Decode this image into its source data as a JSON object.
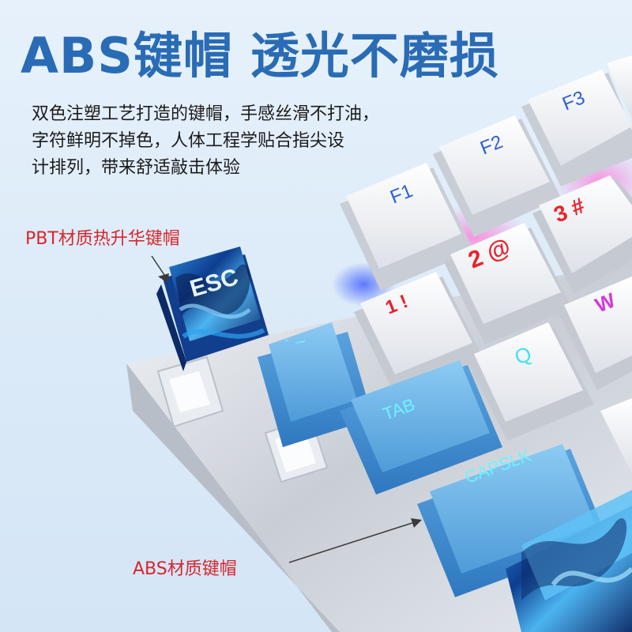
{
  "headline": {
    "part1": "ABS键帽",
    "part2": "透光不磨损"
  },
  "description": [
    "双色注塑工艺打造的键帽，手感丝滑不打油，",
    "字符鲜明不掉色，人体工程学贴合指尖设",
    "计排列，带来舒适敲击体验"
  ],
  "callouts": {
    "pbt": "PBT材质热升华键帽",
    "abs": "ABS材质键帽"
  },
  "keycaps": {
    "esc": "ESC",
    "tilde": "` ~",
    "f1": "F1",
    "f2": "F2",
    "f3": "F3",
    "k1": "1 !",
    "k2": "2 @",
    "k3": "3 #",
    "q": "Q",
    "w": "W",
    "tab": "TAB",
    "capslk": "CAPSLK"
  },
  "colors": {
    "headline": "#2a6bb5",
    "callout": "#d8262b",
    "legend_blue": "#2c5fd8",
    "legend_red": "#e8222b",
    "legend_magenta": "#d53ad9",
    "legend_cyan": "#6ff2ff",
    "abs_cap": "#6ab4e8",
    "pbt_cap": "#1d56b4"
  }
}
